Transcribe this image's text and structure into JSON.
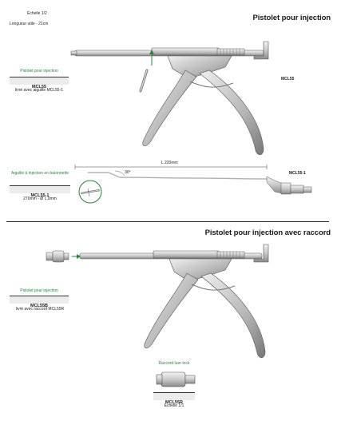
{
  "page_header": {
    "scale": "Echelle 1/2",
    "useful_length": "Longueur utile - 21cm"
  },
  "section1": {
    "title": "Pistolet pour injection",
    "ref_label": "Pistolet pour injection",
    "ref_code": "MCL55",
    "ref_note": "livré avec aiguille MCL55-1",
    "instrument_code": "MCL55"
  },
  "needle": {
    "label": "Aiguille à injection en baïonnette",
    "ref_code": "MCL55-1",
    "ref_note": "270mm - Ø 1,0mm",
    "dimension": "L 220mm",
    "angle": "30°",
    "instrument_code": "MCL55-1"
  },
  "section2": {
    "title": "Pistolet pour injection avec raccord",
    "ref_label": "Pistolet pour injection",
    "ref_code": "MCL55B",
    "ref_note": "livré avec raccord MCL55R"
  },
  "connector": {
    "label": "Raccord luer-lock",
    "ref_code": "MCL55R",
    "scale": "Echelle 1/1"
  },
  "colors": {
    "accent_green": "#1e8a3a",
    "ref_box_bg": "#ececec",
    "rule": "#2a2a2a"
  }
}
